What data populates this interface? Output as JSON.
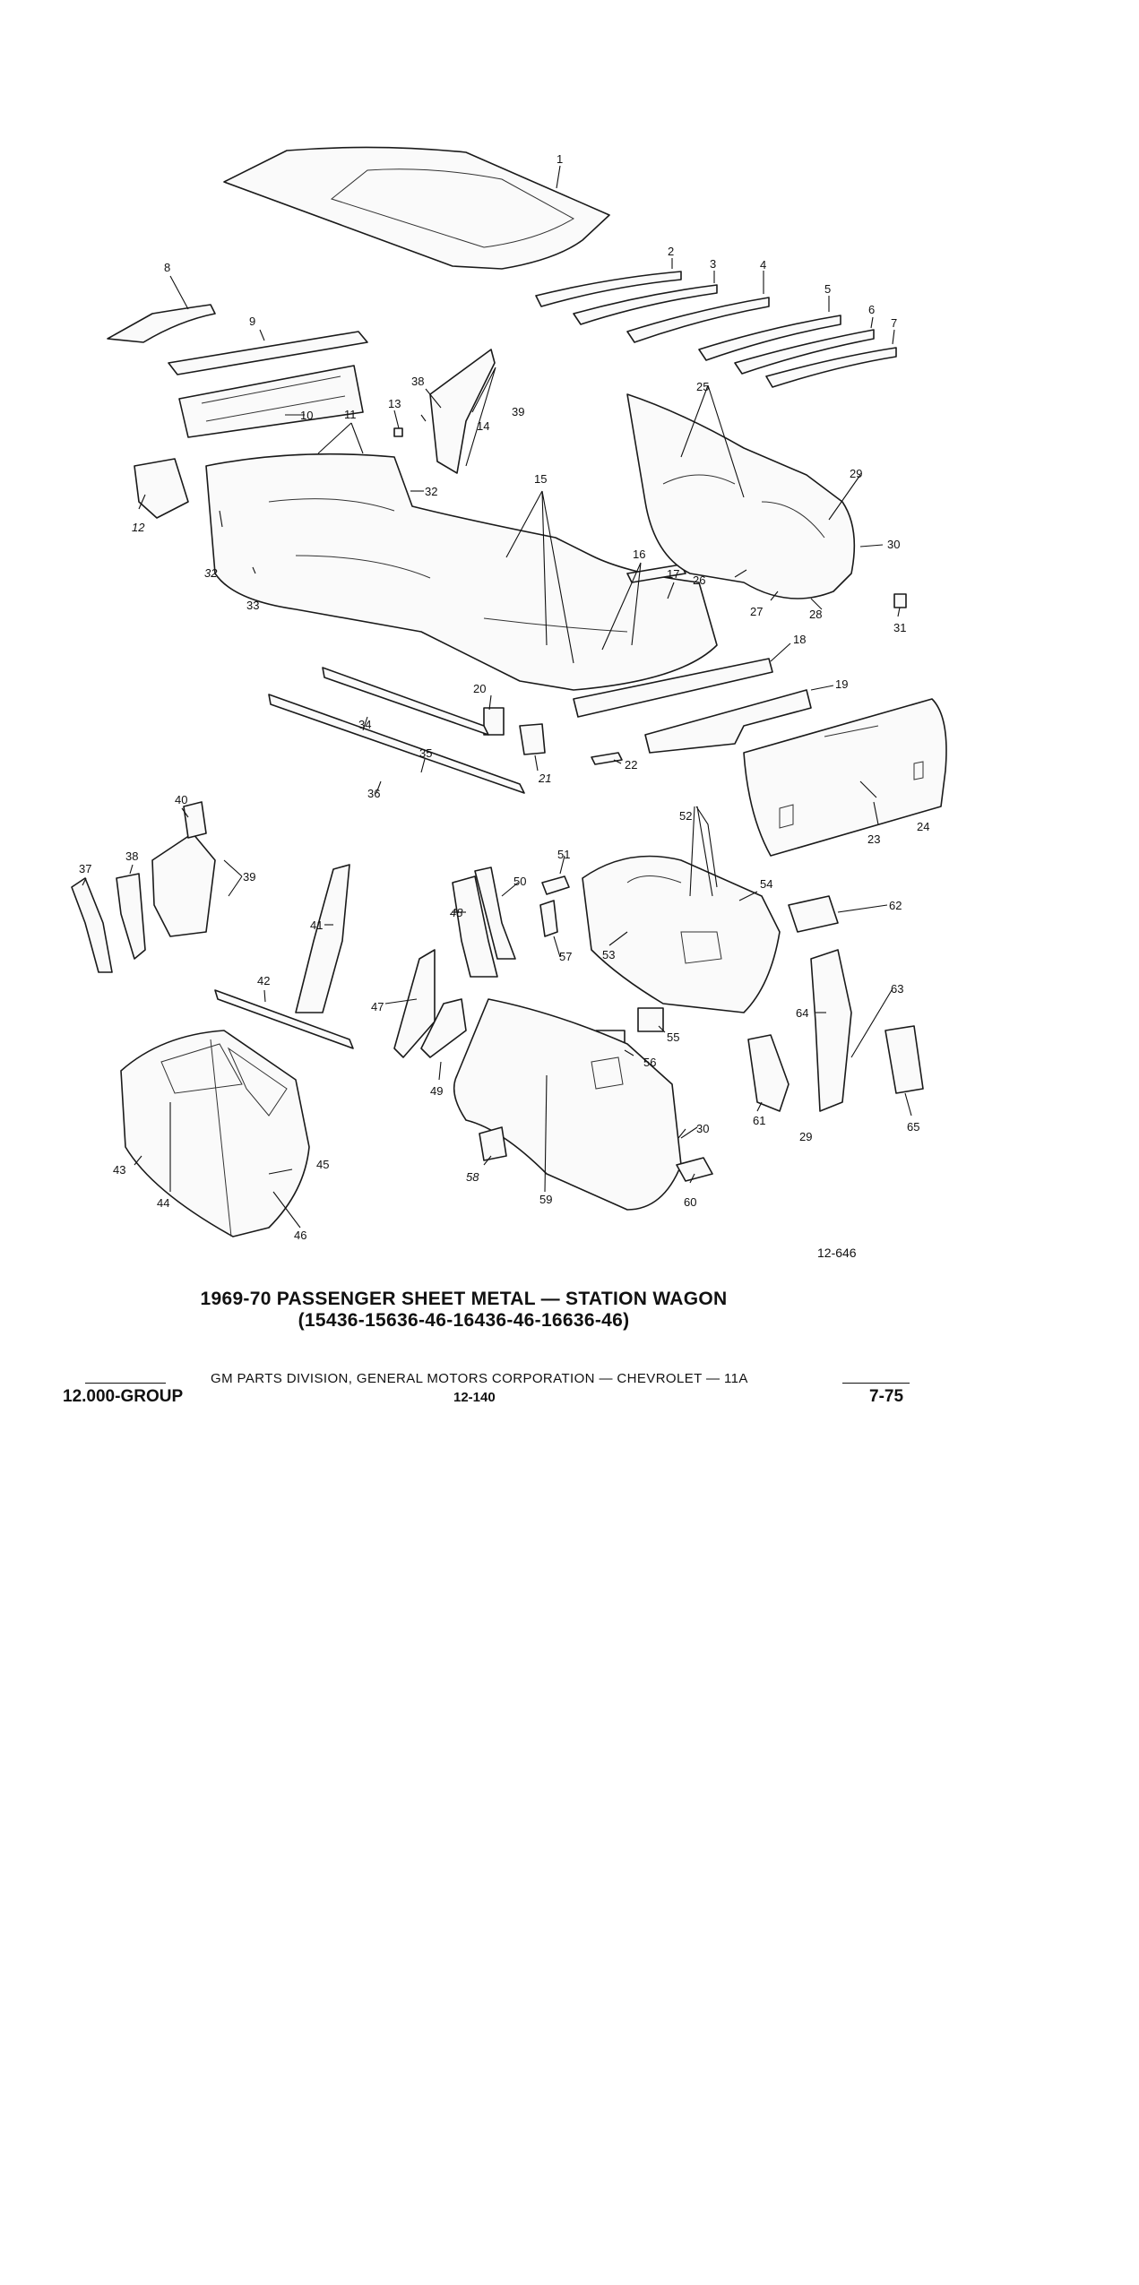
{
  "figure": {
    "code": "12-646",
    "title_line1": "1969-70 PASSENGER SHEET METAL — STATION WAGON",
    "title_line2": "(15436-15636-46-16436-46-16636-46)"
  },
  "footer": {
    "division_text": "GM PARTS DIVISION, GENERAL MOTORS CORPORATION — CHEVROLET — 11A",
    "group": "12.000-GROUP",
    "page": "12-140",
    "date": "7-75"
  },
  "callouts": {
    "c1": "1",
    "c2": "2",
    "c3": "3",
    "c4": "4",
    "c5": "5",
    "c6": "6",
    "c7": "7",
    "c8": "8",
    "c9": "9",
    "c10": "10",
    "c11": "11",
    "c12": "12",
    "c13": "13",
    "c14": "14",
    "c15": "15",
    "c16": "16",
    "c17": "17",
    "c18": "18",
    "c19": "19",
    "c20": "20",
    "c21": "21",
    "c22": "22",
    "c23": "23",
    "c24": "24",
    "c25": "25",
    "c26": "26",
    "c27": "27",
    "c28": "28",
    "c29a": "29",
    "c29b": "29",
    "c30a": "30",
    "c30b": "30",
    "c31": "31",
    "c32a": "32",
    "c32b": "32",
    "c33": "33",
    "c34": "34",
    "c35": "35",
    "c36": "36",
    "c37": "37",
    "c38a": "38",
    "c38b": "38",
    "c39a": "39",
    "c39b": "39",
    "c40": "40",
    "c41": "41",
    "c42": "42",
    "c43": "43",
    "c44": "44",
    "c45": "45",
    "c46": "46",
    "c47": "47",
    "c48": "48",
    "c49": "49",
    "c50": "50",
    "c51": "51",
    "c52": "52",
    "c53": "53",
    "c54": "54",
    "c55": "55",
    "c56": "56",
    "c57": "57",
    "c58": "58",
    "c59": "59",
    "c60": "60",
    "c61": "61",
    "c62": "62",
    "c63": "63",
    "c64": "64",
    "c65": "65"
  }
}
